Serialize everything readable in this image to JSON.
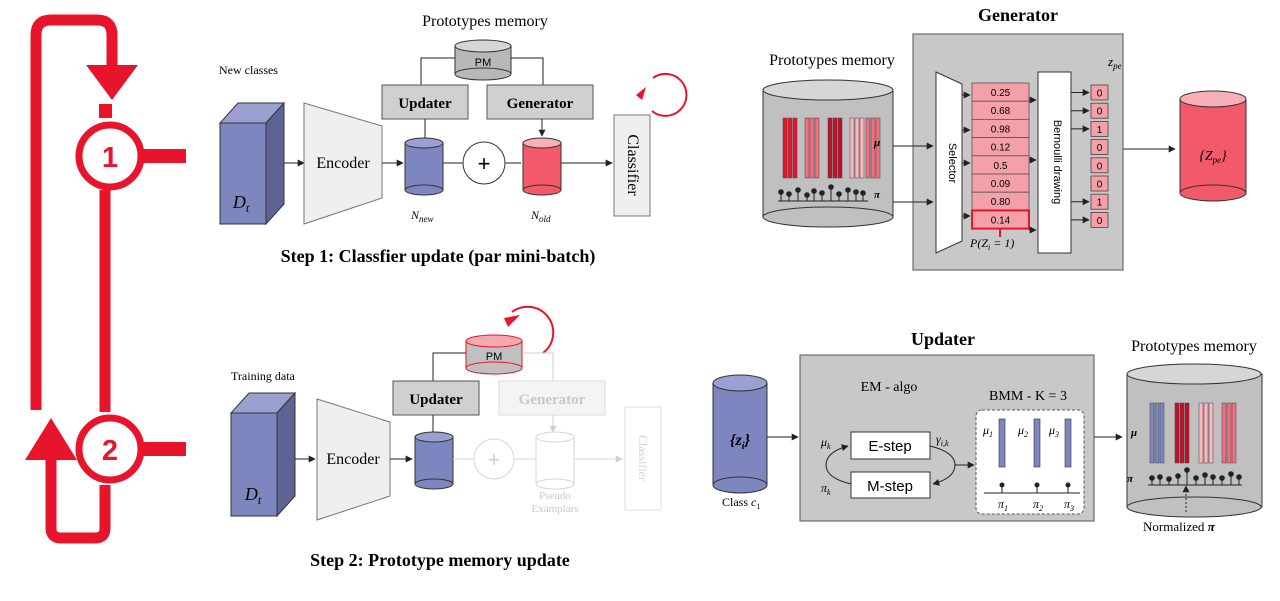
{
  "loop": {
    "step1_badge": "1",
    "step2_badge": "2"
  },
  "step1": {
    "pm_title": "Prototypes memory",
    "pm_label": "PM",
    "new_classes": "New classes",
    "updater": "Updater",
    "generator": "Generator",
    "encoder": "Encoder",
    "classifier": "Classifier",
    "plus": "+",
    "caption": "Step 1: Classfier update (par mini-batch)"
  },
  "step2": {
    "pm_label": "PM",
    "training_data": "Training data",
    "updater": "Updater",
    "generator": "Generator",
    "encoder": "Encoder",
    "classifier": "Classifier",
    "plus": "+",
    "pseudo_line1": "Pseudo",
    "pseudo_line2": "Examplars",
    "caption": "Step 2: Prototype memory update"
  },
  "generator_panel": {
    "title": "Generator",
    "pm_title": "Prototypes memory",
    "selector": "Selector",
    "bernoulli": "Bernoulli drawing",
    "probabilities": [
      "0.25",
      "0.68",
      "0.98",
      "0.12",
      "0.5",
      "0.09",
      "0.80",
      "0.14"
    ],
    "samples": [
      "0",
      "0",
      "1",
      "0",
      "0",
      "0",
      "1",
      "0"
    ],
    "highlighted_index": 7,
    "colors": {
      "panel_bg": "#c8c8c8",
      "prob_cell": "#f4a0a8",
      "red": "#e8142b",
      "dark_red": "#c0102a",
      "pink": "#f07080",
      "light_pink": "#f8b8c0",
      "blue": "#7e86c0"
    }
  },
  "updater_panel": {
    "title": "Updater",
    "em_algo": "EM - algo",
    "bmm_label": "BMM - K = 3",
    "e_step": "E-step",
    "m_step": "M-step",
    "pm_title": "Prototypes memory",
    "normalized_label": "Normalized"
  }
}
